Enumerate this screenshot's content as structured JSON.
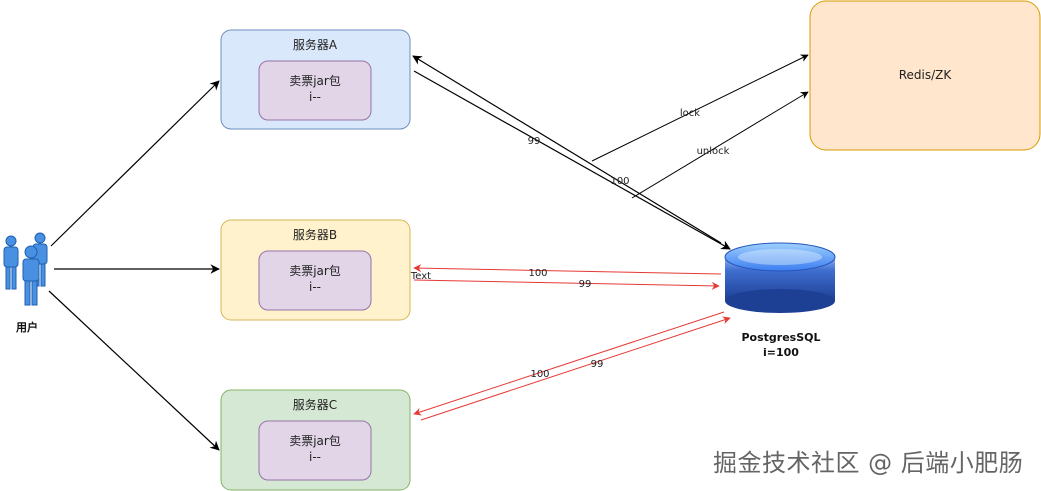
{
  "nodes": {
    "user": {
      "label": "用户"
    },
    "server_a": {
      "title": "服务器A",
      "inner_line1": "卖票jar包",
      "inner_line2": "i--"
    },
    "server_b": {
      "title": "服务器B",
      "inner_line1": "卖票jar包",
      "inner_line2": "i--"
    },
    "server_c": {
      "title": "服务器C",
      "inner_line1": "卖票jar包",
      "inner_line2": "i--"
    },
    "redis": {
      "label": "Redis/ZK"
    },
    "postgres": {
      "line1": "PostgresSQL",
      "line2": "i=100"
    }
  },
  "edge_labels": {
    "lock": "lock",
    "unlock": "unlock",
    "a_99": "99",
    "a_100": "100",
    "b_100": "100",
    "b_99": "99",
    "b_text": "Text",
    "c_100": "100",
    "c_99": "99"
  },
  "watermark": "掘金技术社区 @ 后端小肥肠",
  "colors": {
    "server_a_fill": "#dae8fc",
    "server_a_stroke": "#6c8ebf",
    "server_b_fill": "#fff2cc",
    "server_b_stroke": "#d6b656",
    "server_c_fill": "#d5e8d4",
    "server_c_stroke": "#82b366",
    "inner_fill": "#e1d5e7",
    "inner_stroke": "#9673a6",
    "redis_fill": "#ffe6cc",
    "redis_stroke": "#d79b00",
    "black_edge": "#000000",
    "red_edge": "#e53935"
  }
}
